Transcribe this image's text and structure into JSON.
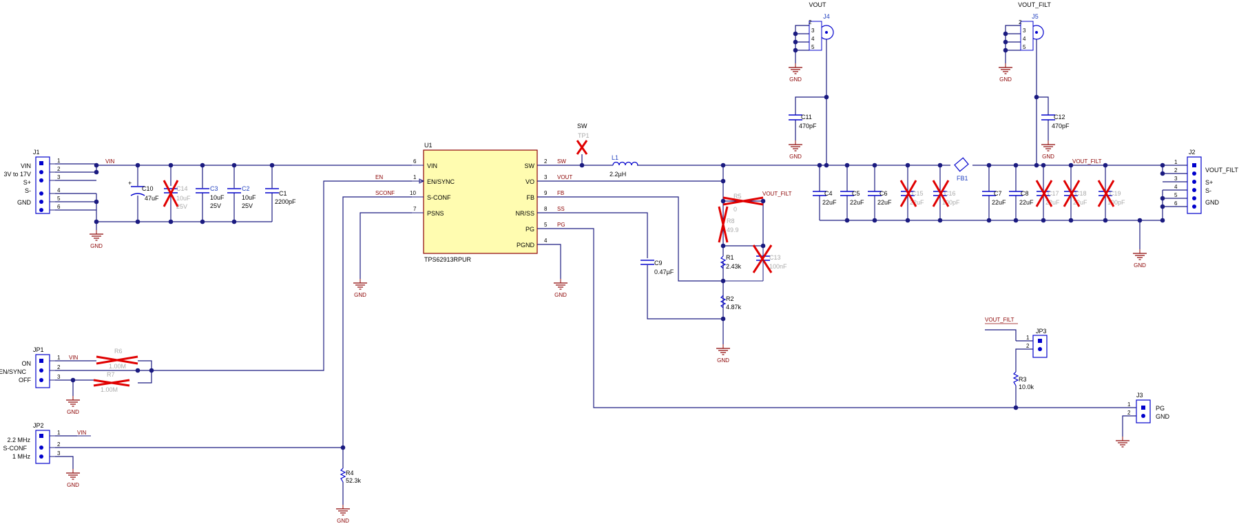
{
  "colors": {
    "wire": "#1a1a80",
    "component": "#0000cc",
    "net_label": "#8b0000",
    "ic_fill": "#fffcb0",
    "ic_stroke": "#8b0000",
    "dnp_mark": "#e00000",
    "dnp_text": "#aaaaaa"
  },
  "ic": {
    "ref": "U1",
    "part": "TPS62913RPUR",
    "left_pins": [
      {
        "num": "6",
        "name": "VIN"
      },
      {
        "num": "1",
        "name": "EN/SYNC"
      },
      {
        "num": "10",
        "name": "S-CONF"
      },
      {
        "num": "7",
        "name": "PSNS"
      }
    ],
    "right_pins": [
      {
        "num": "2",
        "name": "SW"
      },
      {
        "num": "3",
        "name": "VO"
      },
      {
        "num": "9",
        "name": "FB"
      },
      {
        "num": "8",
        "name": "NR/SS"
      },
      {
        "num": "5",
        "name": "PG"
      },
      {
        "num": "4",
        "name": "PGND"
      }
    ]
  },
  "nets": {
    "vin": "VIN",
    "en": "EN",
    "sconf": "SCONF",
    "sw": "SW",
    "vout": "VOUT",
    "fb": "FB",
    "ss": "SS",
    "pg": "PG",
    "vout_filt": "VOUT_FILT",
    "gnd": "GND"
  },
  "j1": {
    "ref": "J1",
    "labels": [
      "VIN",
      "3V to 17V",
      "S+",
      "S-",
      "GND"
    ],
    "pins": [
      "1",
      "2",
      "3",
      "4",
      "5",
      "6"
    ]
  },
  "j2": {
    "ref": "J2",
    "labels": [
      "VOUT_FILT",
      "S+",
      "S-",
      "GND"
    ],
    "pins": [
      "1",
      "2",
      "3",
      "4",
      "5",
      "6"
    ]
  },
  "j4": {
    "ref": "J4",
    "net": "VOUT",
    "pins": [
      "2",
      "3",
      "4",
      "5"
    ]
  },
  "j5": {
    "ref": "J5",
    "net": "VOUT_FILT",
    "pins": [
      "2",
      "3",
      "4",
      "5"
    ]
  },
  "jp1": {
    "ref": "JP1",
    "labels": [
      "ON",
      "EN/SYNC",
      "OFF"
    ],
    "pins": [
      "1",
      "2",
      "3"
    ]
  },
  "jp2": {
    "ref": "JP2",
    "labels": [
      "2.2 MHz",
      "S-CONF",
      "1 MHz"
    ],
    "pins": [
      "1",
      "2",
      "3"
    ]
  },
  "jp3": {
    "ref": "JP3",
    "pins": [
      "1",
      "2"
    ]
  },
  "j3": {
    "ref": "J3",
    "labels": [
      "PG",
      "GND"
    ],
    "pins": [
      "1",
      "2"
    ]
  },
  "input_caps": [
    {
      "ref": "C10",
      "value": "47uF",
      "dnp": false
    },
    {
      "ref": "C14",
      "value": "10uF",
      "value2": "25V",
      "dnp": true
    },
    {
      "ref": "C3",
      "value": "10uF",
      "value2": "25V",
      "dnp": false
    },
    {
      "ref": "C2",
      "value": "10uF",
      "value2": "25V",
      "dnp": false
    },
    {
      "ref": "C1",
      "value": "2200pF",
      "dnp": false
    }
  ],
  "output_caps": [
    {
      "ref": "C4",
      "value": "22uF",
      "dnp": false
    },
    {
      "ref": "C5",
      "value": "22uF",
      "dnp": false
    },
    {
      "ref": "C6",
      "value": "22uF",
      "dnp": false
    },
    {
      "ref": "C15",
      "value": "22uF",
      "dnp": true
    },
    {
      "ref": "C16",
      "value": "100pF",
      "dnp": true
    },
    {
      "ref": "C7",
      "value": "22uF",
      "dnp": false
    },
    {
      "ref": "C8",
      "value": "22uF",
      "dnp": false
    },
    {
      "ref": "C17",
      "value": "22uF",
      "dnp": true
    },
    {
      "ref": "C18",
      "value": "22uF",
      "dnp": true
    },
    {
      "ref": "C19",
      "value": "100pF",
      "dnp": true
    }
  ],
  "c11": {
    "ref": "C11",
    "value": "470pF"
  },
  "c12": {
    "ref": "C12",
    "value": "470pF"
  },
  "c9": {
    "ref": "C9",
    "value": "0.47µF"
  },
  "c13": {
    "ref": "C13",
    "value": "100nF",
    "dnp": true
  },
  "inductor": {
    "ref": "L1",
    "value": "2.2µH"
  },
  "ferrite": {
    "ref": "FB1"
  },
  "testpoint": {
    "ref": "TP1",
    "net": "SW",
    "dnp": true
  },
  "resistors": {
    "r1": {
      "ref": "R1",
      "value": "2.43k"
    },
    "r2": {
      "ref": "R2",
      "value": "4.87k"
    },
    "r3": {
      "ref": "R3",
      "value": "10.0k"
    },
    "r4": {
      "ref": "R4",
      "value": "52.3k"
    },
    "r5": {
      "ref": "R5",
      "value": "0",
      "dnp": true
    },
    "r6": {
      "ref": "R6",
      "value": "1.00M",
      "dnp": true
    },
    "r7": {
      "ref": "R7",
      "value": "1.00M",
      "dnp": true
    },
    "r8": {
      "ref": "R8",
      "value": "49.9",
      "dnp": true
    }
  }
}
